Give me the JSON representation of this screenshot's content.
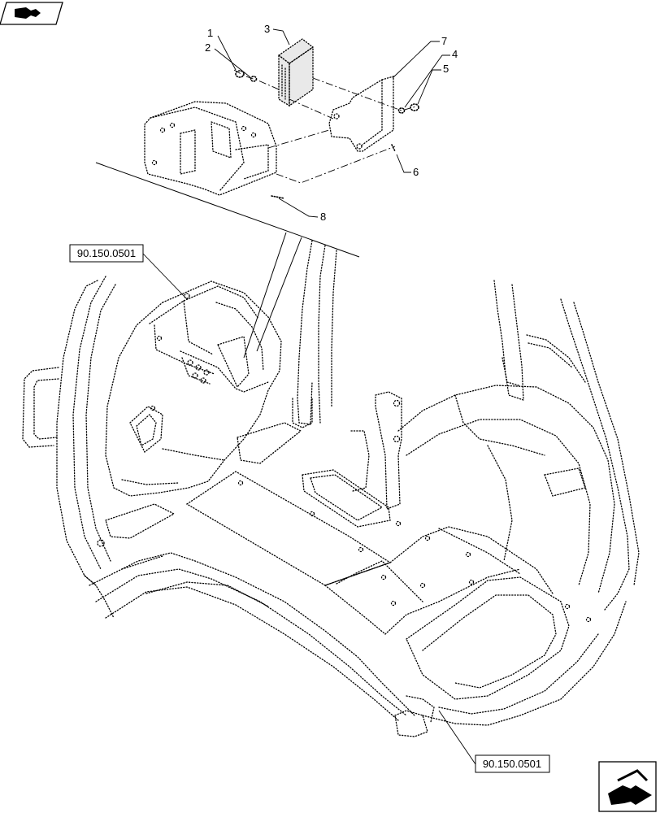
{
  "nav": {
    "top_icon": "book-page-arrow-icon",
    "bottom_icon": "next-page-arrow-icon"
  },
  "callouts": [
    "1",
    "2",
    "3",
    "4",
    "5",
    "6",
    "7",
    "8"
  ],
  "references": {
    "upper": "90.150.0501",
    "lower": "90.150.0501"
  }
}
